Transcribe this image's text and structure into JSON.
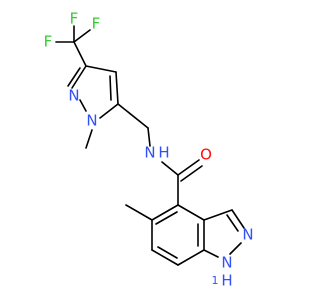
{
  "atom_labels": {
    "f_top": "F",
    "f_left": "F",
    "f_right": "F",
    "pyrazole_n2": "N",
    "pyrazole_n1": "N",
    "amide_nh": "N",
    "amide_nh_h": "H",
    "carbonyl_o": "O",
    "indazole_n": "N",
    "indazole_nh": "N",
    "indazole_nh_h": "H",
    "indazole_nh_h_num": "1"
  },
  "colors": {
    "fluorine": "#33cc33",
    "nitrogen": "#3050f8",
    "oxygen": "#ff0d0d",
    "bond": "#000000",
    "background": "#ffffff"
  }
}
